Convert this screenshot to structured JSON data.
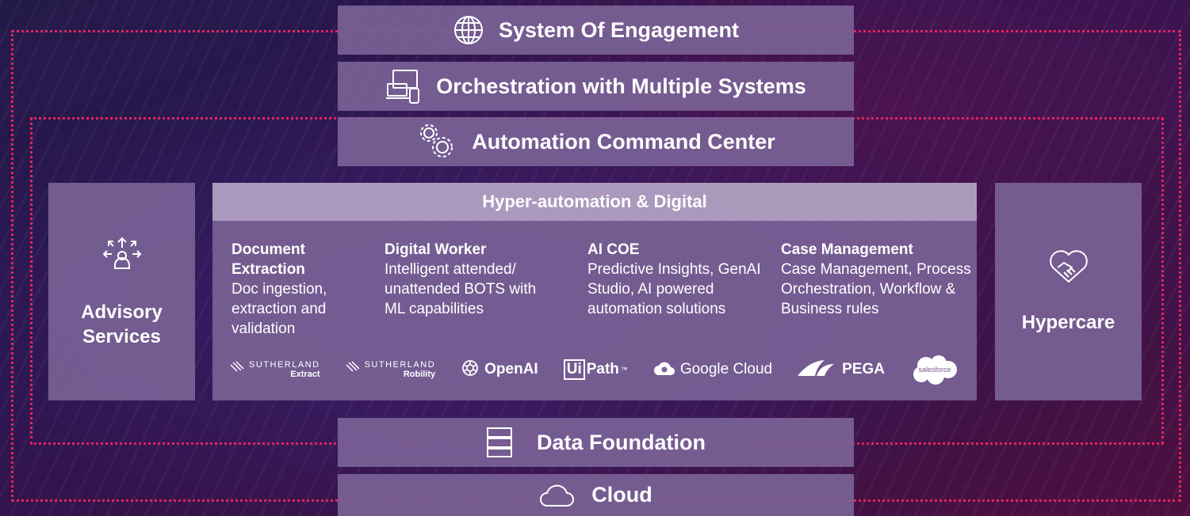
{
  "layers": {
    "engagement": {
      "label": "System Of Engagement",
      "icon": "globe-icon"
    },
    "orchestration": {
      "label": "Orchestration with Multiple Systems",
      "icon": "devices-icon"
    },
    "command_center": {
      "label": "Automation Command Center",
      "icon": "gears-icon"
    },
    "data_foundation": {
      "label": "Data Foundation",
      "icon": "server-stack-icon"
    },
    "cloud": {
      "label": "Cloud",
      "icon": "cloud-icon"
    }
  },
  "advisory": {
    "label_line1": "Advisory",
    "label_line2": "Services",
    "icon": "advisory-people-icon"
  },
  "hypercare": {
    "label": "Hypercare",
    "icon": "handshake-icon"
  },
  "hyper_automation": {
    "title": "Hyper-automation & Digital",
    "columns": [
      {
        "title": "Document Extraction",
        "description": "Doc ingestion, extraction and validation"
      },
      {
        "title": "Digital Worker",
        "description": "Intelligent attended/ unattended BOTS with ML capabilities"
      },
      {
        "title": "AI COE",
        "description": "Predictive Insights, GenAI Studio, AI powered automation solutions"
      },
      {
        "title": "Case Management",
        "description": "Case Management, Process Orchestration, Workflow & Business rules"
      }
    ],
    "logos": {
      "sutherland_extract": {
        "top": "SUTHERLAND",
        "sub": "Extract"
      },
      "sutherland_robility": {
        "top": "SUTHERLAND",
        "sub": "Robility"
      },
      "openai": "OpenAI",
      "uipath": {
        "ui": "Ui",
        "path": "Path",
        "tm": "™"
      },
      "google_cloud": "Google Cloud",
      "pega": "PEGA",
      "salesforce": "salesforce"
    }
  },
  "colors": {
    "accent_dotted": "#e1245f",
    "panel": "#7a6296",
    "header": "#baaac8",
    "background": "#2c1650"
  }
}
